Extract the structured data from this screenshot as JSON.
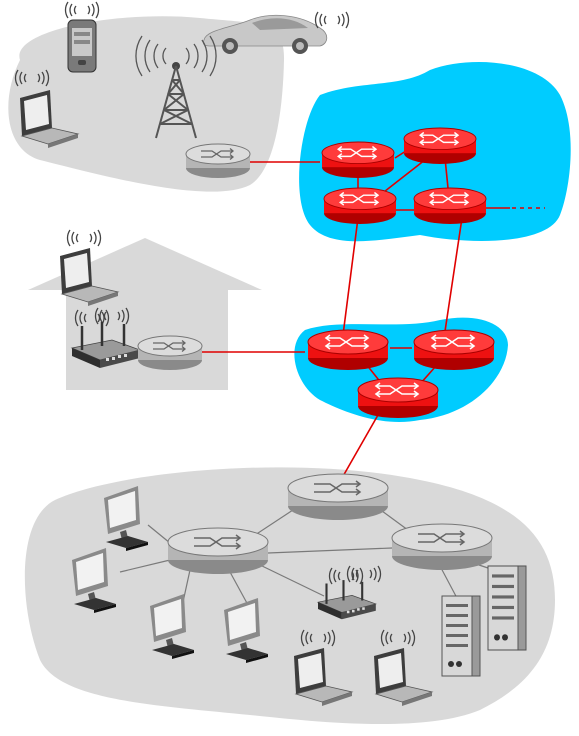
{
  "diagram": {
    "colors": {
      "region": "#d9d9d9",
      "isp": "#00ccff",
      "link": "#e00000",
      "core_router_fill": "#ff2a2a",
      "edge_router_fill": "#d0d0d0",
      "device_gray": "#8c8c8c",
      "device_dark": "#3a3a3a",
      "screen_light": "#f2f2f2"
    },
    "regions": [
      {
        "name": "mobile-network",
        "kind": "region"
      },
      {
        "name": "global-isp",
        "kind": "isp"
      },
      {
        "name": "home-network",
        "kind": "region"
      },
      {
        "name": "regional-isp",
        "kind": "isp"
      },
      {
        "name": "enterprise-network",
        "kind": "region"
      }
    ],
    "routers": [
      {
        "id": "r-mobile-edge",
        "kind": "edge"
      },
      {
        "id": "r-global-1",
        "kind": "core"
      },
      {
        "id": "r-global-2",
        "kind": "core"
      },
      {
        "id": "r-global-3",
        "kind": "core"
      },
      {
        "id": "r-global-4",
        "kind": "core"
      },
      {
        "id": "r-home-edge",
        "kind": "edge"
      },
      {
        "id": "r-regional-1",
        "kind": "core"
      },
      {
        "id": "r-regional-2",
        "kind": "core"
      },
      {
        "id": "r-regional-3",
        "kind": "core"
      },
      {
        "id": "r-ent-top",
        "kind": "edge"
      },
      {
        "id": "r-ent-left",
        "kind": "edge"
      },
      {
        "id": "r-ent-right",
        "kind": "edge"
      }
    ],
    "icons": [
      "smartphone-icon",
      "car-icon",
      "laptop-icon",
      "cell-tower-icon",
      "house-icon",
      "wifi-access-point-icon",
      "desktop-computer-icon",
      "server-rack-icon",
      "wireless-signal-icon"
    ]
  }
}
